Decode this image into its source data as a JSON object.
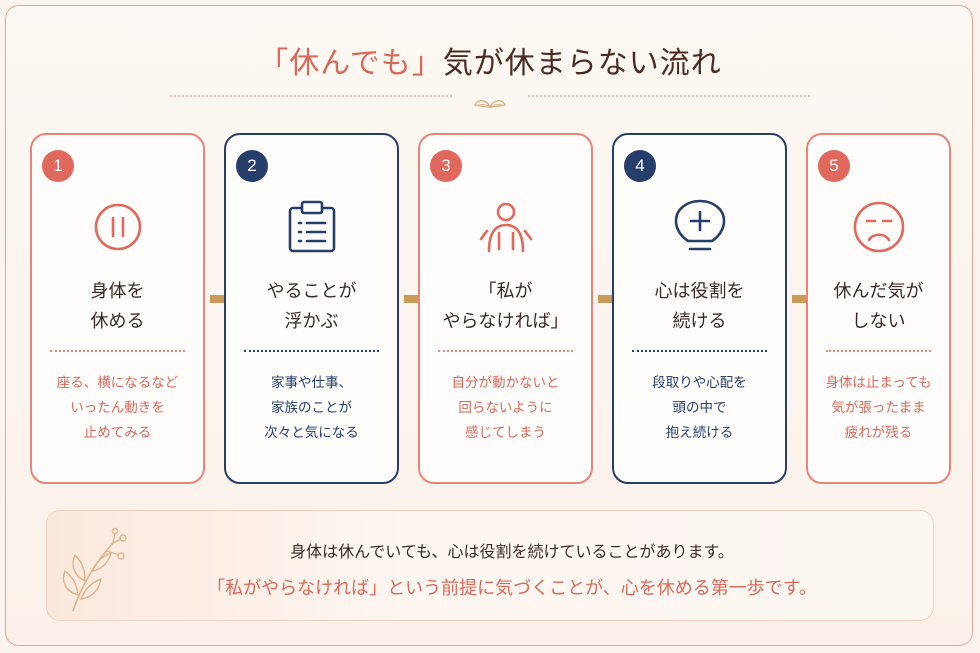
{
  "title": {
    "accent": "「休んでも」",
    "rest": "気が休まらない流れ"
  },
  "colors": {
    "red": "#e0685c",
    "navy": "#253e6a",
    "arrow": "#c99a58",
    "background": "#fbf3ee"
  },
  "steps": [
    {
      "number": "1",
      "style": "red",
      "icon": "pause-circle-icon",
      "heading": "身体を\n休める",
      "description": "座る、横になるなど\nいったん動きを\n止めてみる"
    },
    {
      "number": "2",
      "style": "navy",
      "icon": "clipboard-list-icon",
      "heading": "やることが\n浮かぶ",
      "description": "家事や仕事、\n家族のことが\n次々と気になる"
    },
    {
      "number": "3",
      "style": "red",
      "icon": "person-pressure-icon",
      "heading": "「私が\nやらなければ」",
      "description": "自分が動かないと\n回らないように\n感じてしまう"
    },
    {
      "number": "4",
      "style": "navy",
      "icon": "lightbulb-plus-icon",
      "heading": "心は役割を\n続ける",
      "description": "段取りや心配を\n頭の中で\n抱え続ける"
    },
    {
      "number": "5",
      "style": "red",
      "icon": "sad-face-icon",
      "heading": "休んだ気が\nしない",
      "description": "身体は止まっても\n気が張ったまま\n疲れが残る"
    }
  ],
  "summary": {
    "line1": "身体は休んでいても、心は役割を続けていることがあります。",
    "line2": "「私がやらなければ」という前提に気づくことが、心を休める第一歩です。"
  }
}
